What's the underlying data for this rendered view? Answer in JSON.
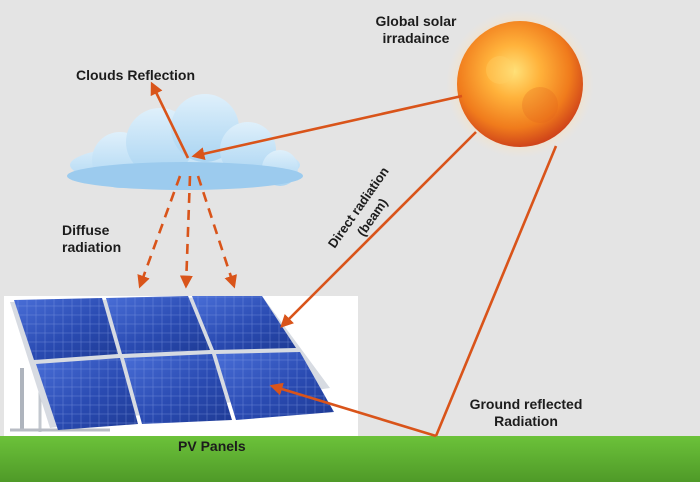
{
  "labels": {
    "sun": "Global solar irradaince",
    "sun_line1": "Global solar",
    "sun_line2": "irradaince",
    "clouds": "Clouds Reflection",
    "diffuse_line1": "Diffuse",
    "diffuse_line2": "radiation",
    "direct_line1": "Direct radiation",
    "direct_line2": "(beam)",
    "ground_line1": "Ground reflected",
    "ground_line2": "Radiation",
    "panels": "PV Panels"
  },
  "colors": {
    "arrow": "#d9541a",
    "background": "#e4e4e4",
    "grass": "#5fb02e",
    "sun": "#f07b1c",
    "panel": "#2f4fb8"
  },
  "icons": [
    "sun-icon",
    "cloud-icon",
    "solar-panel-icon"
  ]
}
